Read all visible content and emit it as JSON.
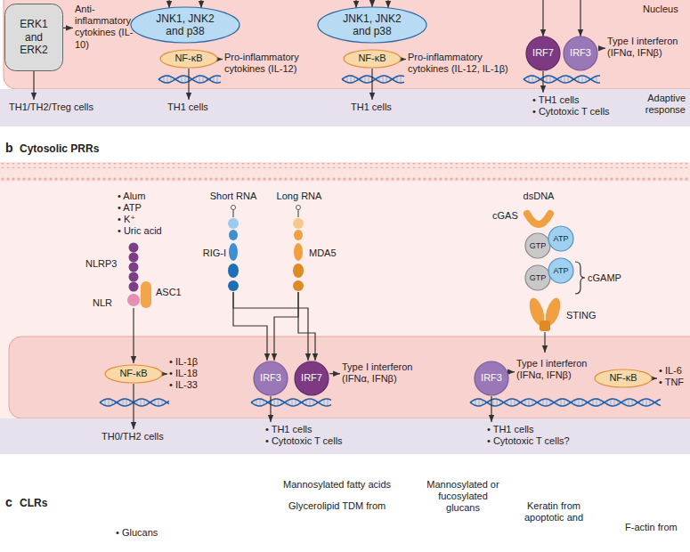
{
  "diagram": {
    "nodes": [
      {
        "text": [
          "ERK1 and ERK2"
        ]
      },
      {
        "text": [
          "Anti-inflammatory cytokines (IL-10)"
        ]
      },
      {
        "text": [
          "JNK1, JNK2 and p38"
        ]
      },
      {
        "text": [
          "NF-κB"
        ]
      },
      {
        "text": [
          "Pro-inflammatory cytokines (IL-12)"
        ]
      },
      {
        "text": [
          "JNK1, JNK2 and p38"
        ]
      },
      {
        "text": [
          "NF-κB"
        ]
      },
      {
        "text": [
          "Pro-inflammatory cytokines (IL-12, IL-1β)"
        ]
      },
      {
        "text": [
          "IRF7"
        ]
      },
      {
        "text": [
          "IRF3"
        ]
      },
      {
        "text": [
          "Type I interferon (IFNα, IFNβ)"
        ]
      },
      {
        "text": [
          "TH1/TH2/Treg cells"
        ]
      },
      {
        "text": [
          "TH1 cells"
        ]
      },
      {
        "text": [
          "TH1 cells"
        ]
      },
      {
        "text": [
          "• TH1 cells",
          "• Cytotoxic T cells"
        ]
      },
      {
        "text": [
          "GTP"
        ]
      },
      {
        "text": [
          "ATP"
        ]
      },
      {
        "text": [
          "GTP"
        ]
      },
      {
        "text": [
          "ATP"
        ]
      },
      {
        "text": [
          "NF-κB"
        ]
      },
      {
        "text": [
          "• IL-1β",
          "• IL-18",
          "• IL-33"
        ]
      },
      {
        "text": [
          "IRF3"
        ]
      },
      {
        "text": [
          "IRF7"
        ]
      },
      {
        "text": [
          "Type I interferon (IFNα, IFNβ)"
        ]
      },
      {
        "text": [
          "IRF3"
        ]
      },
      {
        "text": [
          "Type I interferon (IFNα, IFNβ)"
        ]
      },
      {
        "text": [
          "NF-κB"
        ]
      },
      {
        "text": [
          "• IL-6",
          "• TNF"
        ]
      },
      {
        "text": [
          "TH0/TH2 cells"
        ]
      },
      {
        "text": [
          "• TH1 cells",
          "• Cytotoxic T cells"
        ]
      },
      {
        "text": [
          "• TH1 cells",
          "• Cytotoxic T cells?"
        ]
      }
    ],
    "edges": [
      {
        "from": 0,
        "to": 1,
        "arrow": "to"
      },
      {
        "from": 0,
        "to": 11,
        "arrow": "to"
      },
      {
        "from": 3,
        "to": 4,
        "arrow": "to"
      },
      {
        "from": 3,
        "to": 12,
        "arrow": "to"
      },
      {
        "from": 6,
        "to": 7,
        "arrow": "to"
      },
      {
        "from": 6,
        "to": 13,
        "arrow": "to"
      },
      {
        "from": 9,
        "to": 10,
        "arrow": "to"
      },
      {
        "from": 8,
        "to": 14,
        "arrow": "to"
      },
      {
        "from": 19,
        "to": 20,
        "arrow": "to"
      },
      {
        "from": 19,
        "to": 28,
        "arrow": "to"
      },
      {
        "from": 22,
        "to": 23,
        "arrow": "to"
      },
      {
        "from": 21,
        "to": 29,
        "arrow": "to"
      },
      {
        "from": 24,
        "to": 25,
        "arrow": "to"
      },
      {
        "from": 26,
        "to": 27,
        "arrow": "to"
      },
      {
        "from": 24,
        "to": 30,
        "arrow": "to"
      }
    ],
    "labels": [
      "Nucleus",
      "Adaptive response",
      "b",
      "Cytosolic PRRs",
      "• Alum",
      "• ATP",
      "• K⁺",
      "• Uric acid",
      "NLRP3",
      "ASC1",
      "NLR",
      "Short RNA",
      "Long RNA",
      "RIG-I",
      "MDA5",
      "dsDNA",
      "cGAS",
      "cGAMP",
      "STING",
      "c",
      "CLRs",
      "Mannosylated fatty acids",
      "Glycerolipid TDM from",
      "Mannosylated or fucosylated glucans",
      "Keratin from apoptotic and",
      "F-actin from",
      "• Glucans"
    ]
  }
}
